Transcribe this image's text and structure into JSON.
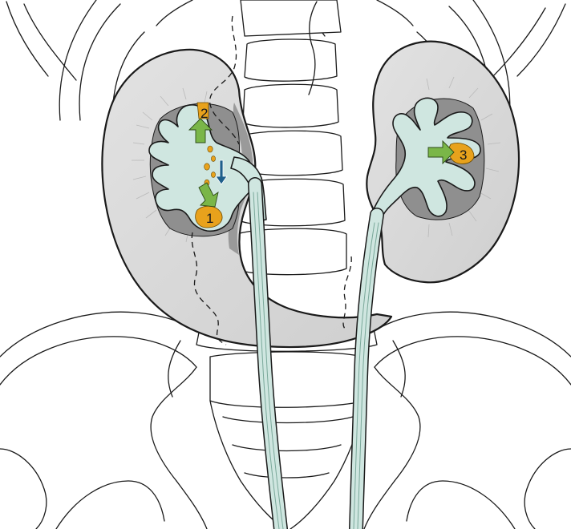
{
  "colors": {
    "kidney_fill": "#d6d6d6",
    "kidney_shadow": "#8f8f8f",
    "collecting_system": "#cfe6e0",
    "stone": "#e8a21c",
    "arrow_green": "#7ab648",
    "arrow_blue": "#1f5f8b",
    "outline": "#1a1a1a"
  },
  "markers": [
    {
      "id": "1",
      "label": "1"
    },
    {
      "id": "2",
      "label": "2"
    },
    {
      "id": "3",
      "label": "3"
    }
  ]
}
